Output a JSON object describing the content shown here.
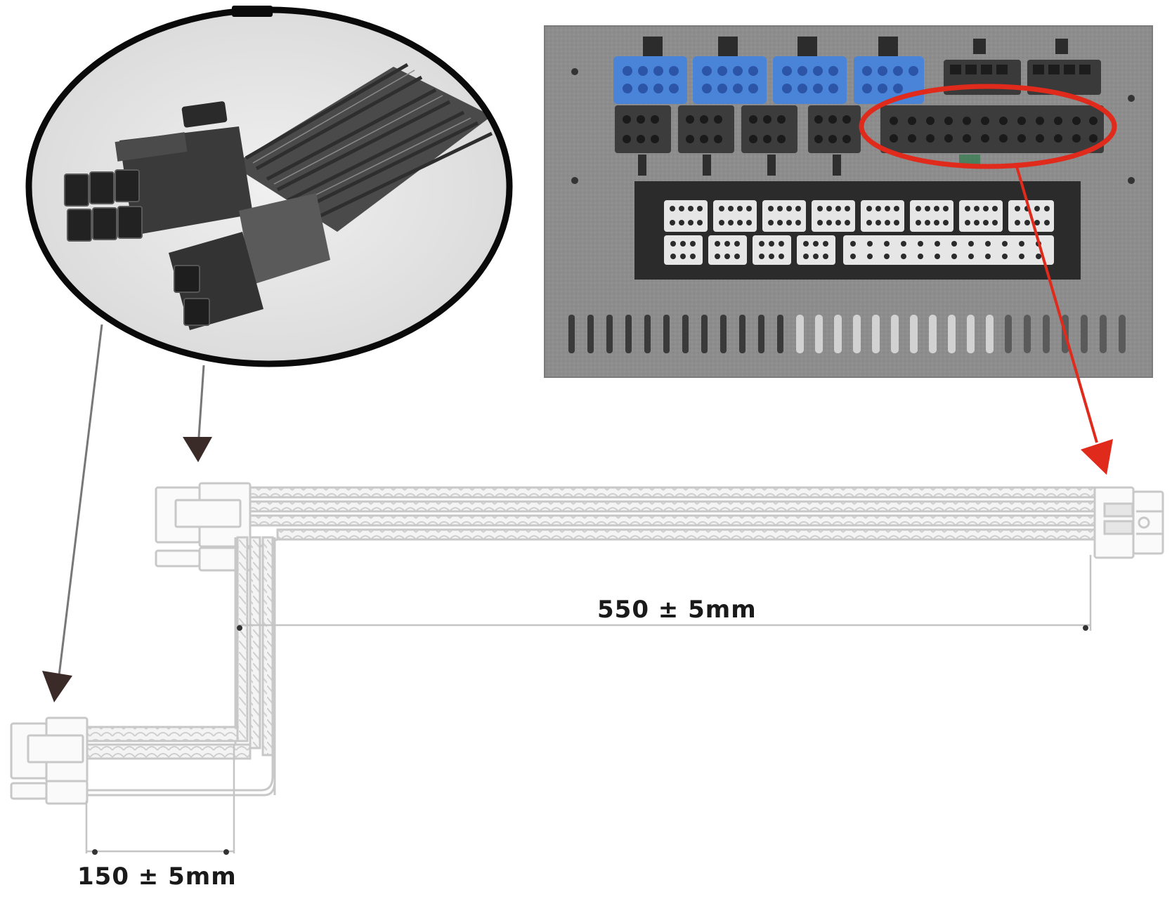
{
  "diagram": {
    "type": "cable-dimension-diagram",
    "subject": "PSU modular cable (PSU side to dual 6+2 pin connectors)",
    "dimensions": {
      "main_run": {
        "label": "550 ± 5mm",
        "value_mm": 550,
        "tolerance_mm": 5
      },
      "branch_run": {
        "label": "150 ± 5mm",
        "value_mm": 150,
        "tolerance_mm": 5
      }
    },
    "callouts": [
      {
        "from": "connector-photo",
        "to": "first-gpu-connector",
        "color": "#3a2a28"
      },
      {
        "from": "connector-photo",
        "to": "second-gpu-connector",
        "color": "#3a2a28"
      },
      {
        "from": "psu-highlighted-port",
        "to": "psu-end-connector",
        "color": "#e02a1c"
      }
    ],
    "psu_panel": {
      "blue_connector_count": 4,
      "black_top_connector_count": 2,
      "highlight_color": "#e02a1c",
      "highlighted_port": "24-pin-style wide socket (2x12 row)"
    },
    "colors": {
      "psu_body": "#8c8c8c",
      "blue_port": "#4a84d8",
      "highlight": "#e02a1c",
      "arrow": "#3a2a28",
      "cable_line": "#c8c8c8",
      "photo_frame": "#0a0a0a"
    }
  }
}
